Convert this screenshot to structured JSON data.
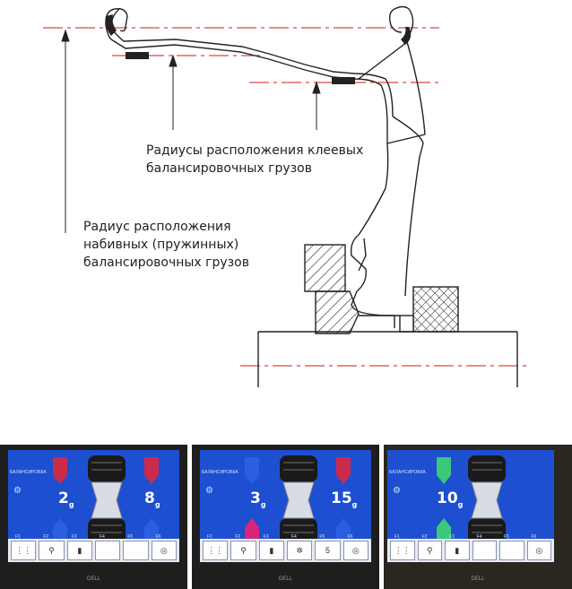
{
  "diagram": {
    "labels": {
      "adhesive_radii": "Радиусы расположения клеевых\nбалансировочных грузов",
      "clip_radius": "Радиус расположения\nнабивных (пружинных)\nбалансировочных грузов"
    }
  },
  "screens": [
    {
      "title": "БАЛАНСИРОВКА",
      "inner_value": "2",
      "inner_unit": "g",
      "outer_value": "8",
      "outer_unit": "g",
      "toolbar_keys": [
        "F1",
        "F2",
        "F3",
        "F4",
        "F5",
        "F6"
      ],
      "toolbar_texts": [
        "",
        "",
        "",
        "",
        "",
        ""
      ],
      "colors": {
        "left_top": "#cc2a4a",
        "right_top": "#cc2a4a",
        "left_bottom": "#2a5fe0",
        "right_bottom": "#2a5fe0"
      }
    },
    {
      "title": "БАЛАНСИРОВКА",
      "inner_value": "3",
      "inner_unit": "g",
      "outer_value": "15",
      "outer_unit": "g",
      "toolbar_keys": [
        "F1",
        "F2",
        "F3",
        "F4",
        "F5",
        "F6"
      ],
      "toolbar_texts": [
        "",
        "",
        "",
        "",
        "5",
        ""
      ],
      "colors": {
        "left_top": "#2a5fe0",
        "right_top": "#cc2a4a",
        "left_bottom": "#d4267a",
        "right_bottom": "#2a5fe0"
      }
    },
    {
      "title": "БАЛАНСИРОВКА",
      "inner_value": "10",
      "inner_unit": "g",
      "outer_value": "",
      "outer_unit": "",
      "toolbar_keys": [
        "F1",
        "F2",
        "F3",
        "F4",
        "F5",
        "F6"
      ],
      "toolbar_texts": [
        "",
        "",
        "",
        "",
        "",
        ""
      ],
      "colors": {
        "left_top": "#3ac87a",
        "right_top": "#1d4fd0",
        "left_bottom": "#3ac87a",
        "right_bottom": "#1d4fd0"
      }
    }
  ],
  "monitor_brand": "DELL"
}
